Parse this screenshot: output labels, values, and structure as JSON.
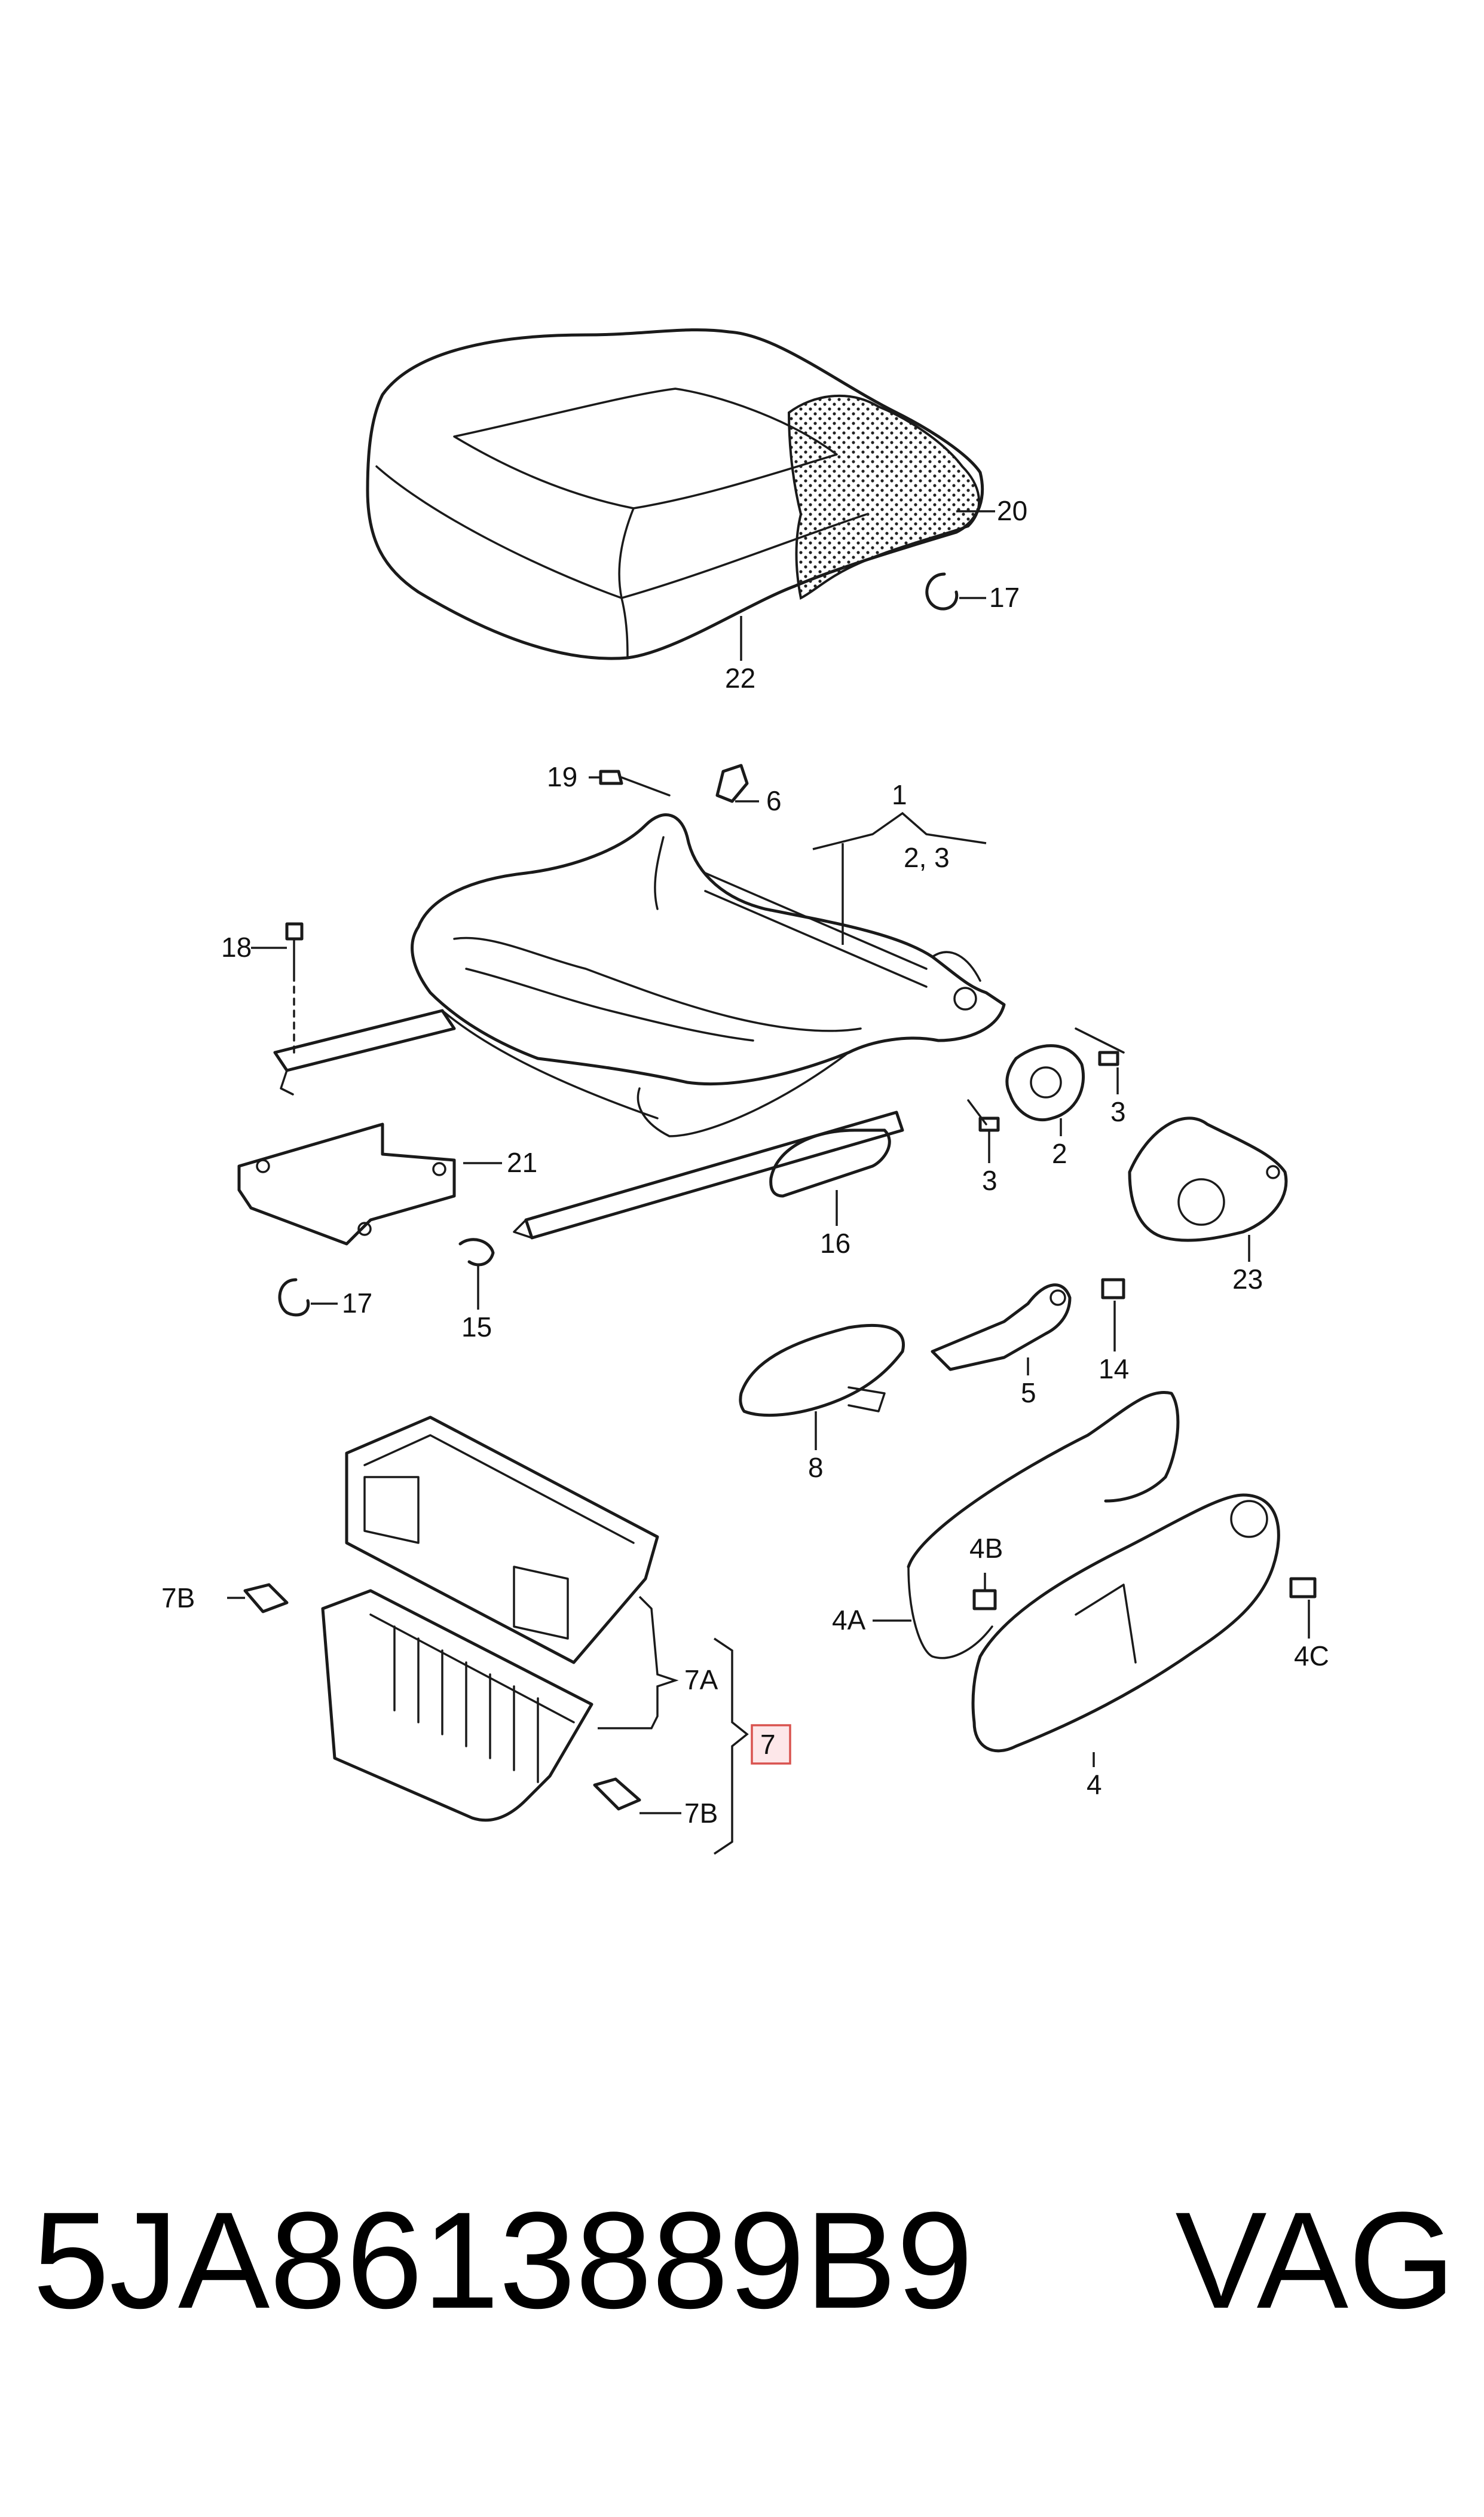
{
  "callouts": {
    "c20": "20",
    "c17a": "17",
    "c22": "22",
    "c19": "19",
    "c6": "6",
    "c1": "1",
    "c23a": "2, 3",
    "c18": "18",
    "c3a": "3",
    "c3b": "3",
    "c2": "2",
    "c21": "21",
    "c16": "16",
    "c23": "23",
    "c17b": "17",
    "c15": "15",
    "c14": "14",
    "c5": "5",
    "c8": "8",
    "c4b": "4B",
    "c4a": "4A",
    "c4c": "4C",
    "c4": "4",
    "c7b1": "7B",
    "c7a": "7A",
    "c7": "7",
    "c7b2": "7B"
  },
  "highlight_color": "#d9534f",
  "highlight_fill": "#fde7e9",
  "footer": {
    "part_number": "5JA8613889B9",
    "brand": "VAG"
  }
}
